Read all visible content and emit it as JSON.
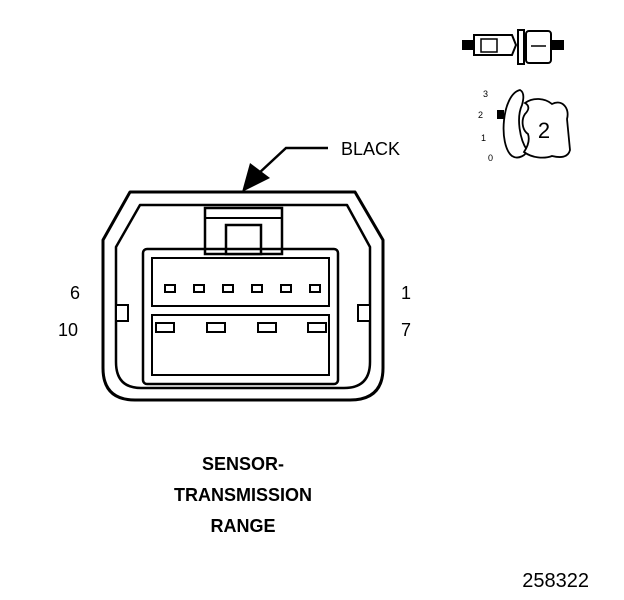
{
  "callout": {
    "color_label": "BLACK"
  },
  "pins": {
    "top_left": "6",
    "top_right": "1",
    "bottom_left": "10",
    "bottom_right": "7"
  },
  "caption": {
    "line1": "SENSOR-",
    "line2": "TRANSMISSION",
    "line3": "RANGE"
  },
  "figure_number": "258322",
  "view_indicator": {
    "positions": [
      "3",
      "2",
      "1",
      "0"
    ],
    "selected": "2"
  }
}
